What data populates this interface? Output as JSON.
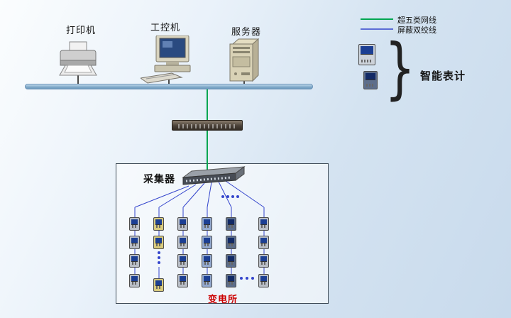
{
  "legend": {
    "cat5_label": "超五类网线",
    "cat5_color": "#00a651",
    "stp_label": "屏蔽双绞线",
    "stp_color": "#3344cc",
    "brace": "}",
    "smart_meter_label": "智能表计"
  },
  "top_devices": {
    "printer_label": "打印机",
    "ipc_label": "工控机",
    "server_label": "服务器"
  },
  "substation": {
    "collector_label": "采集器",
    "name_label": "变电所",
    "name_color": "#cc0000"
  },
  "icons": {
    "printer": "printer-icon",
    "industrial_computer": "desktop-computer-icon",
    "server": "server-tower-icon",
    "switch": "ethernet-switch-icon",
    "collector": "collector-device-icon",
    "meter": "energy-meter-icon"
  }
}
